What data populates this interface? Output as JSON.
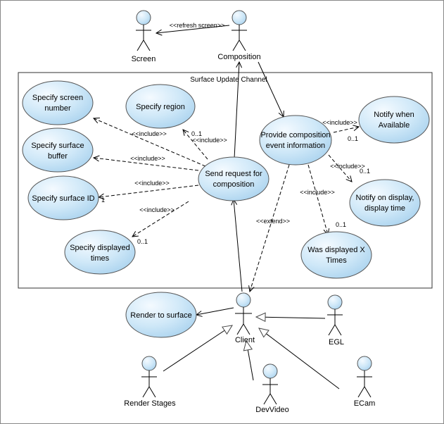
{
  "system": {
    "label": "Surface Update Channel"
  },
  "actors": {
    "screen": "Screen",
    "composition": "Composition",
    "client": "Client",
    "egl": "EGL",
    "render_stages": "Render Stages",
    "devvideo": "DevVideo",
    "ecam": "ECam"
  },
  "use_cases": {
    "specify_screen_number": [
      "Specify screen",
      "number"
    ],
    "specify_region": [
      "Specify region"
    ],
    "specify_surface_buffer": [
      "Specify surface",
      "buffer"
    ],
    "specify_surface_id": [
      "Specify surface ID"
    ],
    "specify_displayed_times": [
      "Specify displayed",
      "times"
    ],
    "send_request": [
      "Send request for",
      "composition"
    ],
    "provide_event_info": [
      "Provide composition",
      "event information"
    ],
    "notify_available": [
      "Notify when",
      "Available"
    ],
    "notify_display_time": [
      "Notify on display,",
      "display time"
    ],
    "was_displayed": [
      "Was displayed X",
      "Times"
    ],
    "render_to_surface": [
      "Render to surface"
    ]
  },
  "relations": {
    "refresh_screen": "<<refresh screen>>",
    "include": "<<include>>",
    "extend": "<<extend>>",
    "mult_0_1": "0..1",
    "mult_1": "1"
  },
  "colors": {
    "use_case_fill": "#c6e2f4",
    "line": "#000000",
    "border": "#555555",
    "system_border": "#333333"
  }
}
